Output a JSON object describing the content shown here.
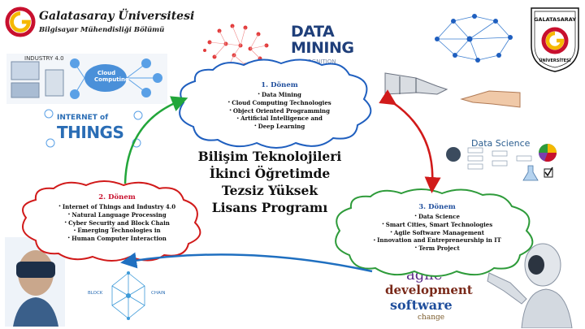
{
  "header": {
    "university_name": "Galatasaray Üniversitesi",
    "department": "Bilgisayar Mühendisliği Bölümü"
  },
  "seal": {
    "text": "GALATASARAY ÜNİVERSİTESİ",
    "colors": {
      "red": "#c8102e",
      "yellow": "#f5b800"
    }
  },
  "center_title": {
    "line1": "Bilişim Teknolojileri",
    "line2": "İkinci Öğretimde",
    "line3": "Tezsiz Yüksek",
    "line4": "Lisans Programı"
  },
  "term1": {
    "title": "1. Dönem",
    "color": "#1f4e9c",
    "border_color": "#1f5fbf",
    "items": [
      "Data Mining",
      "Cloud Computing Technologies",
      "Object Oriented Programming",
      "Artificial Intelligence and",
      "Deep Learning"
    ]
  },
  "term2": {
    "title": "2. Dönem",
    "color": "#c8102e",
    "border_color": "#d11a1a",
    "items": [
      "Internet of Things and Industry 4.0",
      "Natural Language Processing",
      "Cyber Security and Block Chain",
      "Emerging Technologies in",
      "Human Computer Interaction"
    ]
  },
  "term3": {
    "title": "3. Dönem",
    "color": "#1f4e9c",
    "border_color": "#2e9b3a",
    "items": [
      "Data Science",
      "Smart Cities, Smart Technologies",
      "Agile Software Management",
      "Innovation and Entrepreneurship in IT",
      "Term Project"
    ]
  },
  "decor": {
    "data_mining_line1": "DATA",
    "data_mining_line2": "MINING",
    "data_mining_line3": "RECOGNITION",
    "industry_label": "INDUSTRY 4.0",
    "cloud_label": "Cloud Computing",
    "iot_line1": "INTERNET of",
    "iot_line2": "THINGS",
    "data_science_label": "Data Science",
    "blockchain_left": "BLOCK",
    "blockchain_right": "CHAIN",
    "agile_word": "agile",
    "development_word": "development",
    "software_word": "software",
    "change_word": "change"
  },
  "arrow_colors": {
    "green": "#22a63a",
    "red": "#d11a1a",
    "blue": "#1f6fc0"
  }
}
